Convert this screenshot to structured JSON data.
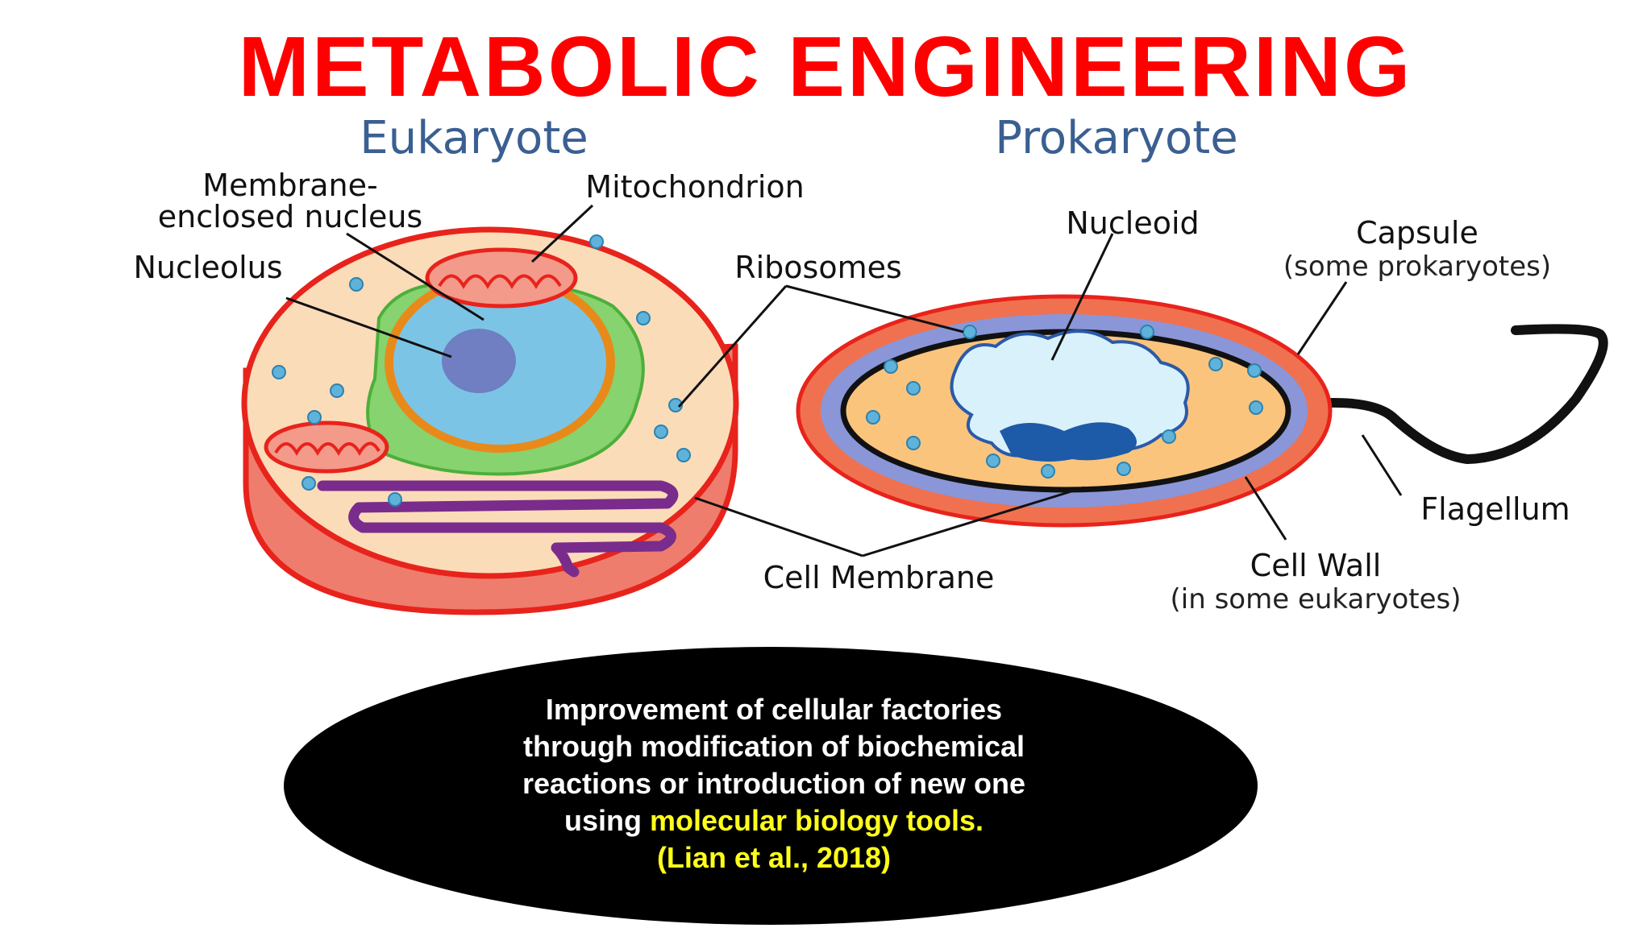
{
  "title": "METABOLIC ENGINEERING",
  "eukaryote": {
    "heading": "Eukaryote",
    "labels": {
      "membrane_line1": "Membrane-",
      "membrane_line2": "enclosed nucleus",
      "mitochondrion": "Mitochondrion",
      "nucleolus": "Nucleolus",
      "ribosomes": "Ribosomes"
    }
  },
  "prokaryote": {
    "heading": "Prokaryote",
    "labels": {
      "nucleoid": "Nucleoid",
      "capsule": "Capsule",
      "capsule_note": "(some prokaryotes)",
      "flagellum": "Flagellum",
      "cell_wall": "Cell Wall",
      "cell_wall_note": "(in some eukaryotes)"
    }
  },
  "shared_labels": {
    "cell_membrane": "Cell Membrane"
  },
  "callout": {
    "line1": "Improvement of cellular factories",
    "line2": "through modification of biochemical",
    "line3": "reactions or introduction of new one",
    "line4_prefix": "using",
    "line4_highlight": "molecular biology tools.",
    "citation": "(Lian et al., 2018)"
  },
  "colors": {
    "title": "#ff0000",
    "heading": "#3a5f92",
    "cell_outline": "#e8231c",
    "cytoplasm": "#fbdcb8",
    "nucleus": "#7cc4e6",
    "nucleolus": "#6f7fc1",
    "er_green": "#86d36f",
    "golgi_purple": "#7a2c8c",
    "prokaryote_cytoplasm": "#fbc47c",
    "nucleoid": "#d9f1fb",
    "callout_bg": "#000000",
    "callout_highlight": "#ffff1a"
  }
}
